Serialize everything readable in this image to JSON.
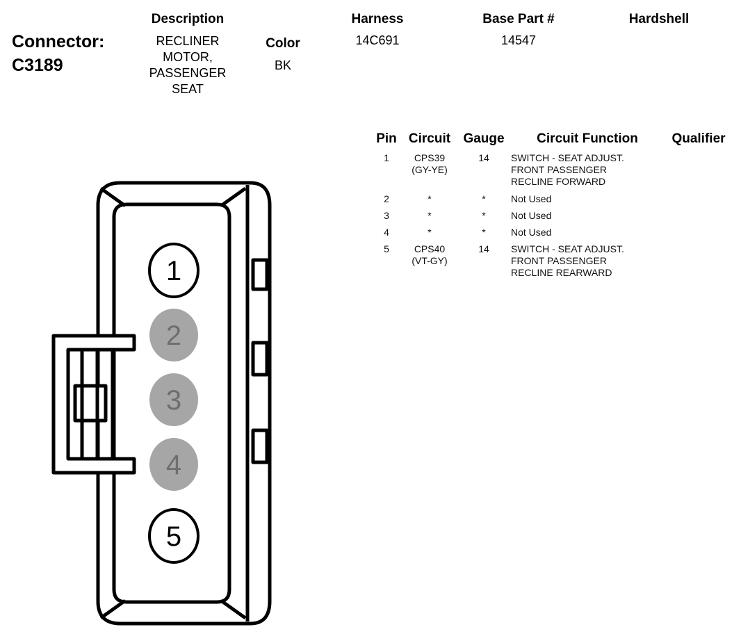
{
  "header": {
    "connector_label": "Connector:",
    "connector_id": "C3189",
    "description_label": "Description",
    "description_lines": [
      "RECLINER",
      "MOTOR,",
      "PASSENGER",
      "SEAT"
    ],
    "color_label": "Color",
    "color_value": "BK",
    "harness_label": "Harness",
    "harness_value": "14C691",
    "base_part_label": "Base Part #",
    "base_part_value": "14547",
    "hardshell_label": "Hardshell"
  },
  "table": {
    "columns": [
      "Pin",
      "Circuit",
      "Gauge",
      "Circuit Function",
      "Qualifier"
    ],
    "rows": [
      {
        "pin": "1",
        "circuit": [
          "CPS39",
          "(GY-YE)"
        ],
        "gauge": "14",
        "function": [
          "SWITCH - SEAT ADJUST.",
          "FRONT PASSENGER",
          "RECLINE FORWARD"
        ],
        "qualifier": ""
      },
      {
        "pin": "2",
        "circuit": [
          "*"
        ],
        "gauge": "*",
        "function": [
          "Not Used"
        ],
        "qualifier": ""
      },
      {
        "pin": "3",
        "circuit": [
          "*"
        ],
        "gauge": "*",
        "function": [
          "Not Used"
        ],
        "qualifier": ""
      },
      {
        "pin": "4",
        "circuit": [
          "*"
        ],
        "gauge": "*",
        "function": [
          "Not Used"
        ],
        "qualifier": ""
      },
      {
        "pin": "5",
        "circuit": [
          "CPS40",
          "(VT-GY)"
        ],
        "gauge": "14",
        "function": [
          "SWITCH - SEAT ADJUST.",
          "FRONT PASSENGER",
          "RECLINE REARWARD"
        ],
        "qualifier": ""
      }
    ]
  },
  "connector_diagram": {
    "pins": [
      {
        "label": "1",
        "used": true
      },
      {
        "label": "2",
        "used": false
      },
      {
        "label": "3",
        "used": false
      },
      {
        "label": "4",
        "used": false
      },
      {
        "label": "5",
        "used": true
      }
    ],
    "colors": {
      "outline": "#000000",
      "unused_pin_fill": "#a6a6a6",
      "unused_pin_text": "#6e6e6e",
      "used_pin_fill": "#ffffff"
    }
  }
}
